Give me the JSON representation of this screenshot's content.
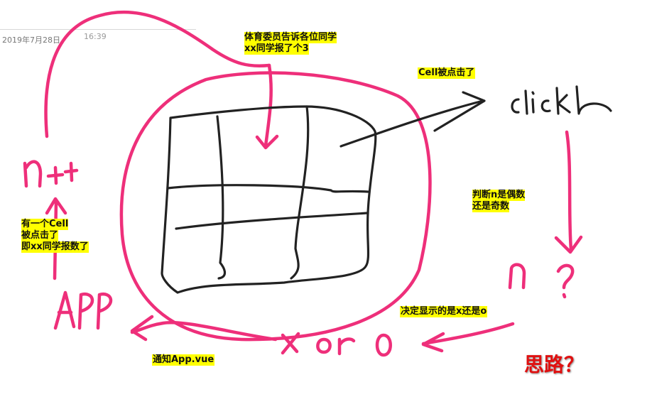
{
  "header": {
    "date": "2019年7月28日",
    "time": "16:39"
  },
  "annotations": {
    "monitor_tells": [
      "体育委员告诉各位同学",
      "xx同学报了个3"
    ],
    "cell_clicked": "Cell被点击了",
    "judge_parity": [
      "判断n是偶数",
      "还是奇数"
    ],
    "cell_reported": [
      "有一个Cell",
      "被点击了",
      "即xx同学报数了"
    ],
    "decide_display": "决定显示的是x还是o",
    "notify_app": "通知App.vue"
  },
  "handwriting": {
    "click": "click",
    "n_increment": "n++",
    "app": "APP",
    "n_question": "n ?",
    "x_or_o": "x or o"
  },
  "title": "思路？",
  "colors": {
    "pink_ink": "#ee2f7a",
    "dark_ink": "#222222",
    "highlight": "#ffff00",
    "title_red": "#e01010"
  }
}
